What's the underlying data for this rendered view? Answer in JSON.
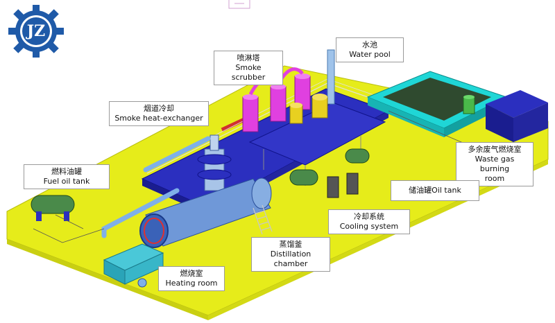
{
  "logo": {
    "text": "JZ",
    "color": "#1f5aa8"
  },
  "labels": {
    "smoke_scrubber": {
      "zh": "喷淋塔",
      "en": "Smoke scrubber"
    },
    "water_pool": {
      "zh": "水池",
      "en": "Water pool"
    },
    "smoke_heat_exchanger": {
      "zh": "烟道冷却",
      "en": "Smoke heat-exchanger"
    },
    "fuel_oil_tank": {
      "zh": "燃料油罐",
      "en": "Fuel oil tank"
    },
    "waste_gas_room": {
      "zh": "多余废气燃烧室",
      "en_line1": "Waste gas burning",
      "en_line2": "room"
    },
    "oil_storage_tank": {
      "text": "储油罐Oil tank"
    },
    "cooling_system": {
      "zh": "冷却系统",
      "en": "Cooling system"
    },
    "distillation_chamber": {
      "zh": "蒸馏釜",
      "en": "Distillation chamber"
    },
    "heating_room": {
      "zh": "燃烧室",
      "en": "Heating room"
    }
  },
  "colors": {
    "ground": "#e6ec1a",
    "platform": "#2b2fbf",
    "scrubber": "#e040e0",
    "water": "#1fd6d6",
    "pipe": "#7fb0e8",
    "gear": "#1f5aa8"
  }
}
